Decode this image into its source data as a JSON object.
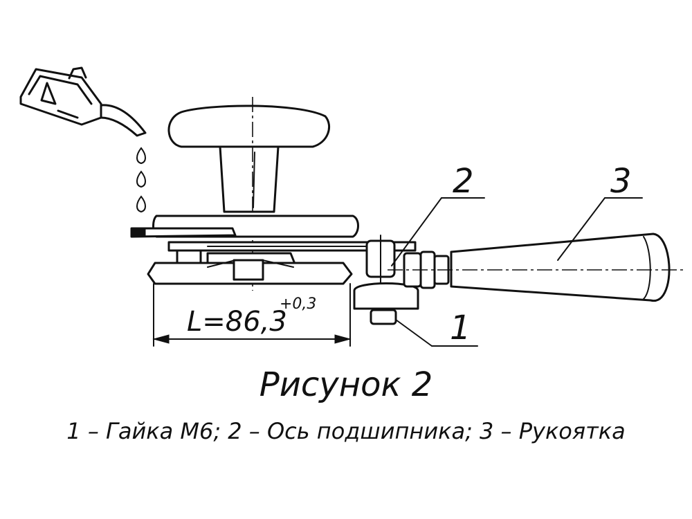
{
  "figure": {
    "dimension": {
      "label": "L=86,3",
      "tolerance": "+0,3"
    },
    "callouts": [
      "1",
      "2",
      "3"
    ],
    "caption": {
      "title": "Рисунок 2",
      "legend": "1 – Гайка М6; 2 – Ось подшипника; 3 – Рукоятка"
    }
  }
}
